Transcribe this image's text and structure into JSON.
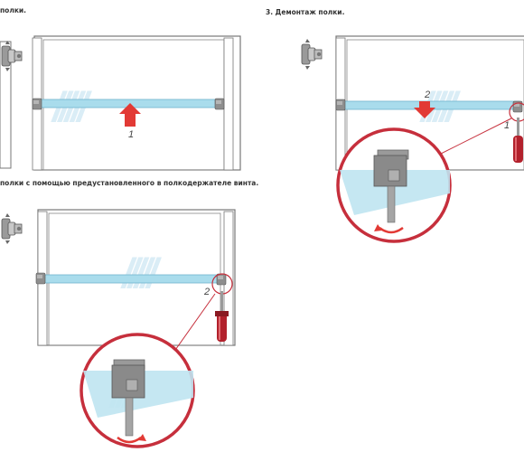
{
  "captions": {
    "step1": "полки.",
    "step3": "3. Демонтаж полки.",
    "step2": "полки с помощью предустановленного в полкодержателе винта."
  },
  "step_numbers": {
    "panel1_arrow": "1",
    "panel3_arrow": "2",
    "panel3_screw": "1",
    "panel2_screw": "2"
  },
  "colors": {
    "shelf_glass": "#a9dcec",
    "frame": "#777777",
    "arrow": "#e23a35",
    "callout_circle": "#c62f3c",
    "watermark": "#cfe7f3",
    "screwdriver": "#b2212c"
  },
  "icons": [
    "hinge-icon",
    "shelf-support-icon",
    "screwdriver-icon",
    "rotation-arrow-icon",
    "watermark-logo"
  ]
}
